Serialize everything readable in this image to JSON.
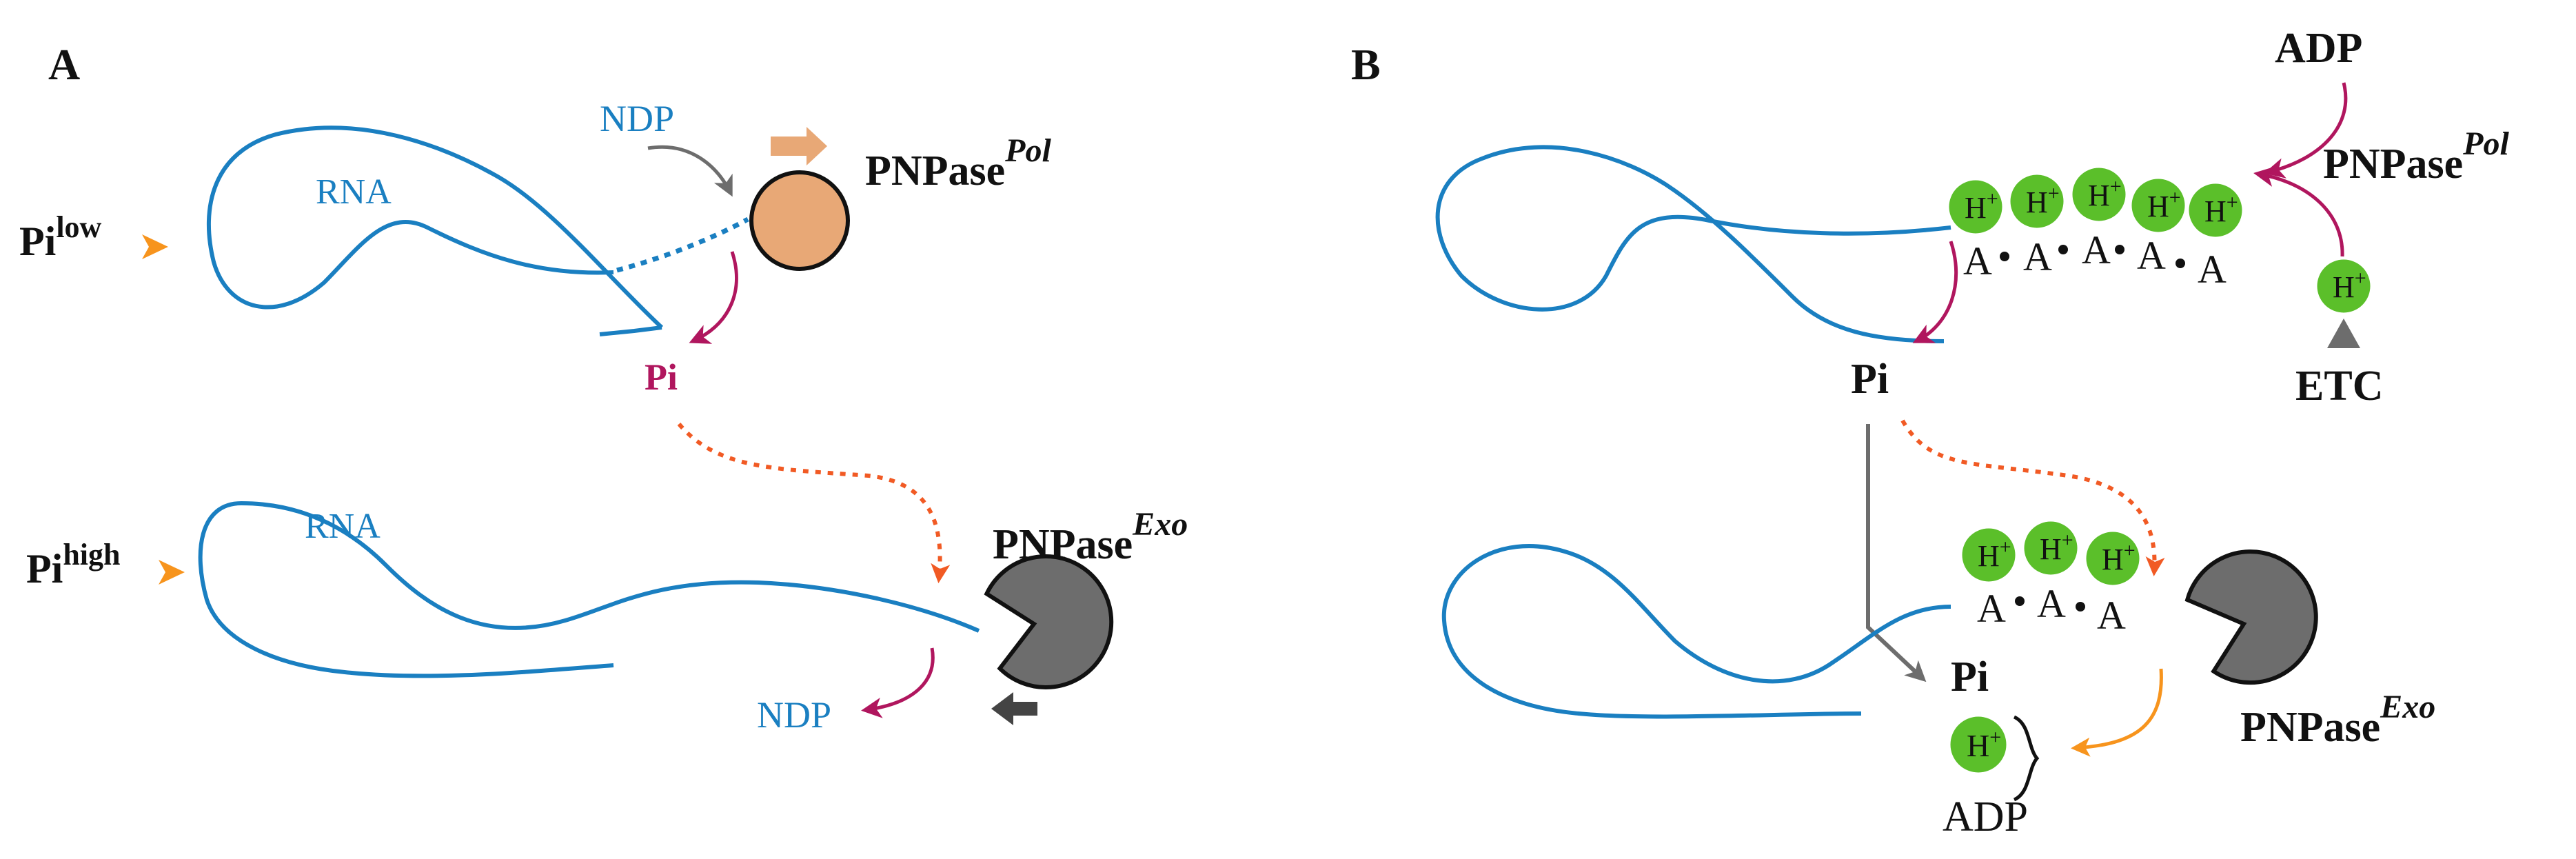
{
  "panel_a": {
    "label": "A",
    "rna_top": "RNA",
    "rna_bottom": "RNA",
    "pi_low_base": "Pi",
    "pi_low_sup": "low",
    "pi_high_base": "Pi",
    "pi_high_sup": "high",
    "ndp_top": "NDP",
    "ndp_bottom": "NDP",
    "pi_mid": "Pi",
    "pnpase_pol_base": "PNPase",
    "pnpase_pol_sup": "Pol",
    "pnpase_exo_base": "PNPase",
    "pnpase_exo_sup": "Exo"
  },
  "panel_b": {
    "label": "B",
    "adp_top": "ADP",
    "pnpase_pol_base": "PNPase",
    "pnpase_pol_sup": "Pol",
    "etc": "ETC",
    "pi_upper": "Pi",
    "pi_lower": "Pi",
    "adp_bottom": "ADP",
    "pnpase_exo_base": "PNPase",
    "pnpase_exo_sup": "Exo",
    "adenine": "A",
    "proton_base": "H",
    "proton_sup": "+"
  },
  "colors": {
    "rna_blue": "#1a7fc1",
    "magenta": "#b0165e",
    "orange": "#f7941d",
    "dotted_orange": "#f15a24",
    "proton_green": "#5bbf2a",
    "pol_circle": "#e8a876",
    "exo_gray": "#6d6d6d"
  }
}
